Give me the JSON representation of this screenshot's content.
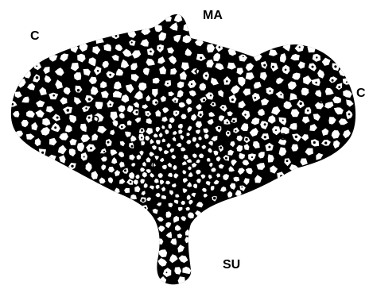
{
  "diagram": {
    "labels": {
      "c_left": "C",
      "ma": "MA",
      "c_right": "C",
      "su": "SU"
    },
    "colors": {
      "ink": "#000000",
      "paper": "#ffffff"
    }
  }
}
